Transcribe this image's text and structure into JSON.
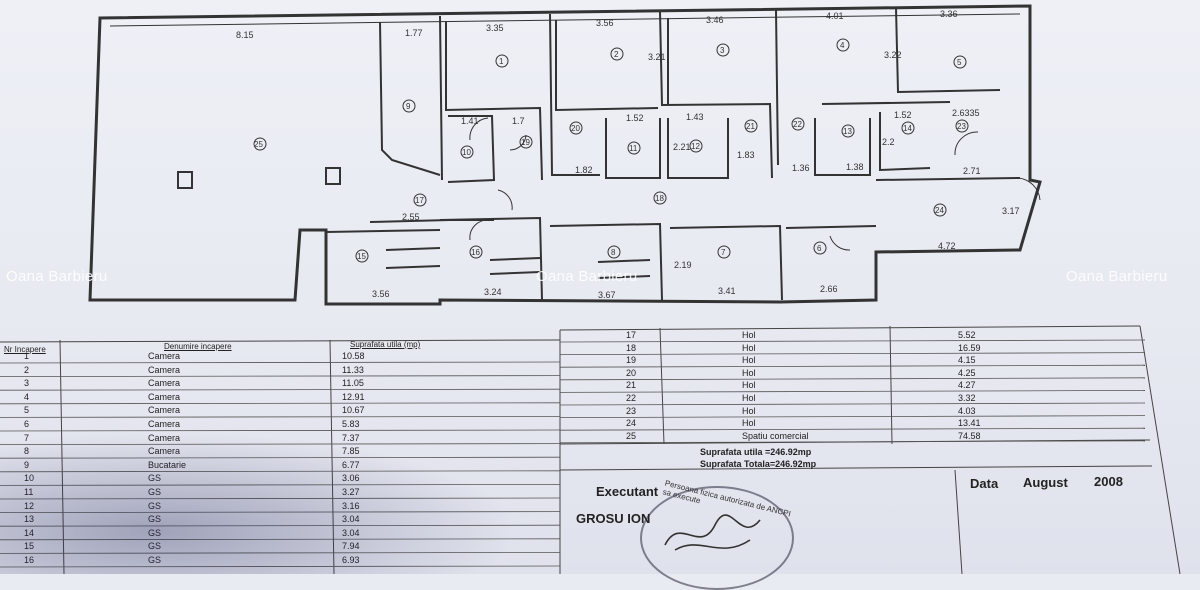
{
  "watermark": "Oana Barbieru",
  "plan": {
    "dimensions": [
      "8.15",
      "1.77",
      "3.35",
      "3.56",
      "3.46",
      "4.01",
      "3.36",
      "3.21",
      "3.22",
      "1.41",
      "1.7",
      "1.52",
      "1.43",
      "2.21",
      "1.82",
      "1.83",
      "1.36",
      "1.38",
      "2.2",
      "1.52",
      "2.6335",
      "2.71",
      "3.17",
      "2.55",
      "4.72",
      "2.19",
      "3.56",
      "3.24",
      "3.67",
      "3.41",
      "2.66"
    ],
    "room_ids": [
      "25",
      "9",
      "1",
      "2",
      "3",
      "4",
      "5",
      "10",
      "19",
      "20",
      "11",
      "12",
      "21",
      "22",
      "13",
      "14",
      "23",
      "17",
      "18",
      "24",
      "15",
      "16",
      "8",
      "7",
      "6"
    ]
  },
  "table": {
    "headers": {
      "nr": "Nr Incapere",
      "name": "Denumire incapere",
      "area": "Suprafata utila (mp)"
    },
    "rows_left": [
      {
        "nr": "1",
        "name": "Camera",
        "area": "10.58"
      },
      {
        "nr": "2",
        "name": "Camera",
        "area": "11.33"
      },
      {
        "nr": "3",
        "name": "Camera",
        "area": "11.05"
      },
      {
        "nr": "4",
        "name": "Camera",
        "area": "12.91"
      },
      {
        "nr": "5",
        "name": "Camera",
        "area": "10.67"
      },
      {
        "nr": "6",
        "name": "Camera",
        "area": "5.83"
      },
      {
        "nr": "7",
        "name": "Camera",
        "area": "7.37"
      },
      {
        "nr": "8",
        "name": "Camera",
        "area": "7.85"
      },
      {
        "nr": "9",
        "name": "Bucatarie",
        "area": "6.77"
      },
      {
        "nr": "10",
        "name": "GS",
        "area": "3.06"
      },
      {
        "nr": "11",
        "name": "GS",
        "area": "3.27"
      },
      {
        "nr": "12",
        "name": "GS",
        "area": "3.16"
      },
      {
        "nr": "13",
        "name": "GS",
        "area": "3.04"
      },
      {
        "nr": "14",
        "name": "GS",
        "area": "3.04"
      },
      {
        "nr": "15",
        "name": "GS",
        "area": "7.94"
      },
      {
        "nr": "16",
        "name": "GS",
        "area": "6.93"
      }
    ],
    "rows_right": [
      {
        "nr": "17",
        "name": "Hol",
        "area": "5.52"
      },
      {
        "nr": "18",
        "name": "Hol",
        "area": "16.59"
      },
      {
        "nr": "19",
        "name": "Hol",
        "area": "4.15"
      },
      {
        "nr": "20",
        "name": "Hol",
        "area": "4.25"
      },
      {
        "nr": "21",
        "name": "Hol",
        "area": "4.27"
      },
      {
        "nr": "22",
        "name": "Hol",
        "area": "3.32"
      },
      {
        "nr": "23",
        "name": "Hol",
        "area": "4.03"
      },
      {
        "nr": "24",
        "name": "Hol",
        "area": "13.41"
      },
      {
        "nr": "25",
        "name": "Spatiu comercial",
        "area": "74.58"
      }
    ],
    "suprafata_utila": "Suprafata utila =246.92mp",
    "suprafata_totala": "Suprafata Totala=246.92mp"
  },
  "signature": {
    "executant_label": "Executant",
    "executant_name": "GROSU ION",
    "stamp_text": "Persoana fizica autorizata de ANCPI sa execute"
  },
  "date": {
    "label": "Data",
    "month": "August",
    "year": "2008"
  },
  "colors": {
    "ink": "#2a2a2a",
    "paper": "#e9ebf2"
  }
}
